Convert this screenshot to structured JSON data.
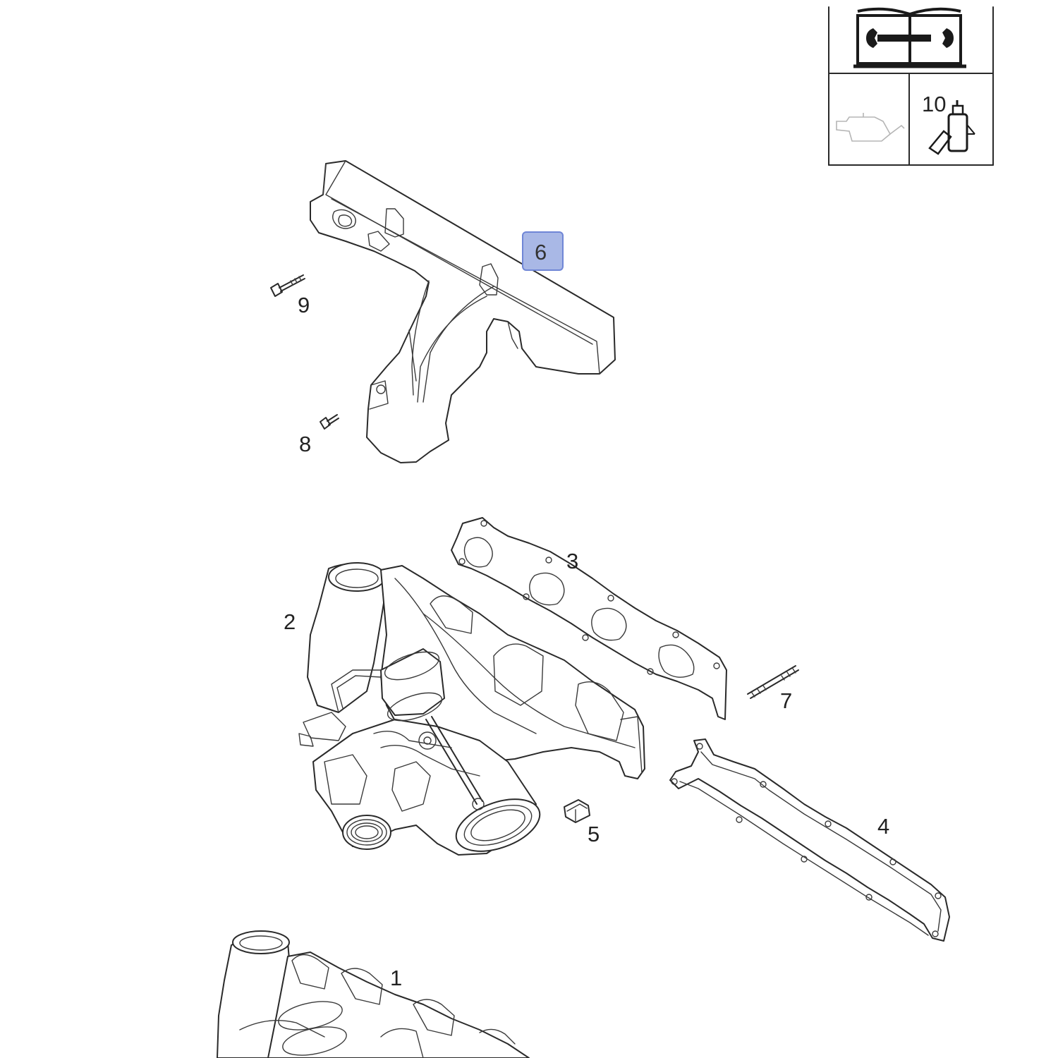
{
  "callouts": {
    "c1": "1",
    "c2": "2",
    "c3": "3",
    "c4": "4",
    "c5": "5",
    "c6": "6",
    "c7": "7",
    "c8": "8",
    "c9": "9",
    "c10": "10"
  },
  "highlight": {
    "color": "#a9b8e6",
    "border": "#6f86d6"
  },
  "legend": {
    "icons": [
      "repair-manual-wrench-icon",
      "oil-can-icon",
      "spray-can-icon"
    ]
  }
}
